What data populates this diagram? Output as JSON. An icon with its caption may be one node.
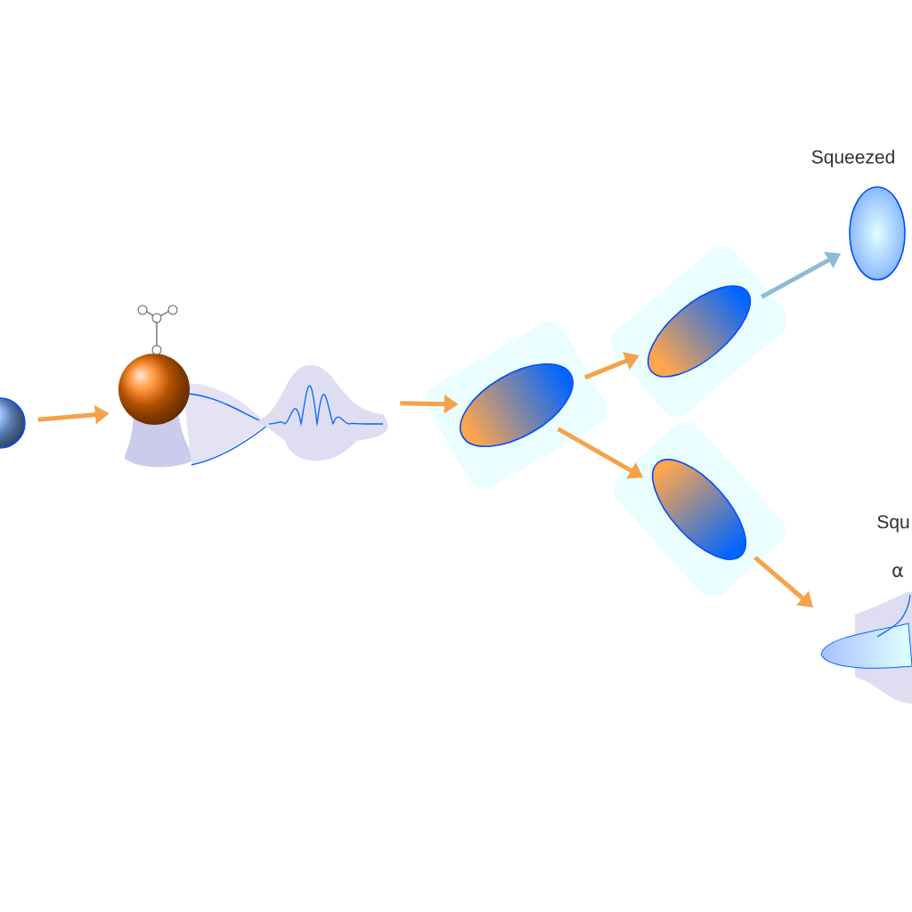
{
  "diagram": {
    "nodes": [
      {
        "text": [],
        "shape": "circle"
      },
      {
        "text": [],
        "shape": "picture"
      },
      {
        "text": [],
        "shape": "ellipse"
      },
      {
        "text": [],
        "shape": "ellipse"
      },
      {
        "text": [],
        "shape": "ellipse"
      },
      {
        "text": [
          "Squeezed"
        ]
      },
      {
        "text": [
          "Squ",
          "α"
        ]
      }
    ],
    "edges": [
      {
        "from": 0,
        "to": 1,
        "arrow": "to"
      },
      {
        "from": 1,
        "to": 2,
        "arrow": "to"
      },
      {
        "from": 2,
        "to": 3,
        "arrow": "to"
      },
      {
        "from": 2,
        "to": 4,
        "arrow": "to"
      },
      {
        "from": 3,
        "to": 5,
        "arrow": "to",
        "color": "#8fbcd4"
      },
      {
        "from": 4,
        "to": 6,
        "arrow": "to"
      }
    ]
  }
}
